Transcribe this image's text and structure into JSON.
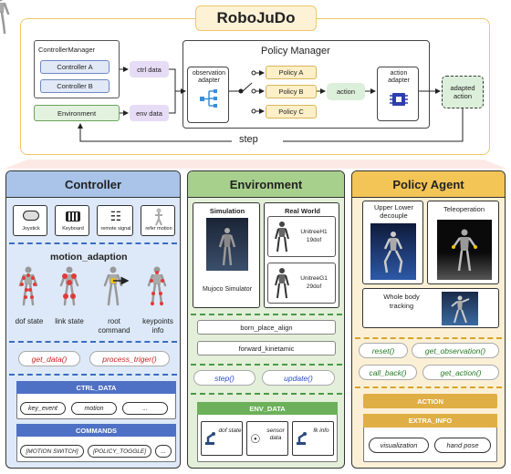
{
  "title": "RoboJuDo",
  "top": {
    "controller_manager": "ControllerManager",
    "controller_a": "Controller A",
    "controller_b": "Controller B",
    "environment": "Environment",
    "ctrl_data": "ctrl data",
    "env_data": "env data",
    "policy_manager": "Policy Manager",
    "observation_adapter": "observation adapter",
    "policy_a": "Policy A",
    "policy_b": "Policy B",
    "policy_c": "Policy C",
    "action": "action",
    "action_adapter": "action adapter",
    "adapted_action": "adapted action",
    "step": "step"
  },
  "controller": {
    "header": "Controller",
    "devices": [
      "Joystick",
      "Keyboard",
      "remote signal",
      "refer motion"
    ],
    "motion_title": "motion_adaption",
    "states": [
      "dof state",
      "link state",
      "root command",
      "keypoints info"
    ],
    "methods": [
      "get_data()",
      "process_triger()"
    ],
    "ctrl_data_header": "CTRL_DATA",
    "ctrl_items": [
      "key_event",
      "motion",
      "..."
    ],
    "commands_header": "COMMANDS",
    "command_items": [
      "[MOTION SWITCH]",
      "[POLICY_TOGGLE]",
      "..."
    ]
  },
  "environment": {
    "header": "Environment",
    "simulation": "Simulation",
    "sim_name": "Mujoco Simulator",
    "real_world": "Real World",
    "robot1": "UnitreeH1 19dof",
    "robot2": "UnitreeG1 29dof",
    "funcs": [
      "born_place_align",
      "forward_kinetamic"
    ],
    "methods": [
      "step()",
      "update()"
    ],
    "env_data_header": "ENV_DATA",
    "env_items": [
      "dof state",
      "sensor data",
      "fk info"
    ]
  },
  "policy": {
    "header": "Policy Agent",
    "upper_lower": "Upper Lower decouple",
    "teleoperation": "Teleoperation",
    "whole_body": "Whole body tracking",
    "methods": [
      "reset()",
      "get_observation()",
      "call_back()",
      "get_action()"
    ],
    "action_header": "ACTION",
    "extra_header": "EXTRA_INFO",
    "extra_items": [
      "visualization",
      "hand pose"
    ]
  },
  "colors": {
    "ctrl_bg": "#dde9f8",
    "ctrl_header": "#a9c4e8",
    "env_bg": "#e3efd9",
    "env_header": "#a8d08d",
    "pol_bg": "#fbf0d6",
    "pol_header": "#f3c556",
    "purple": "#e7dcf6",
    "green": "#dcefdb",
    "yellow": "#fdefc8",
    "method_blue": "#2b4ccf",
    "method_red": "#cc2222",
    "method_green": "#257a25"
  }
}
